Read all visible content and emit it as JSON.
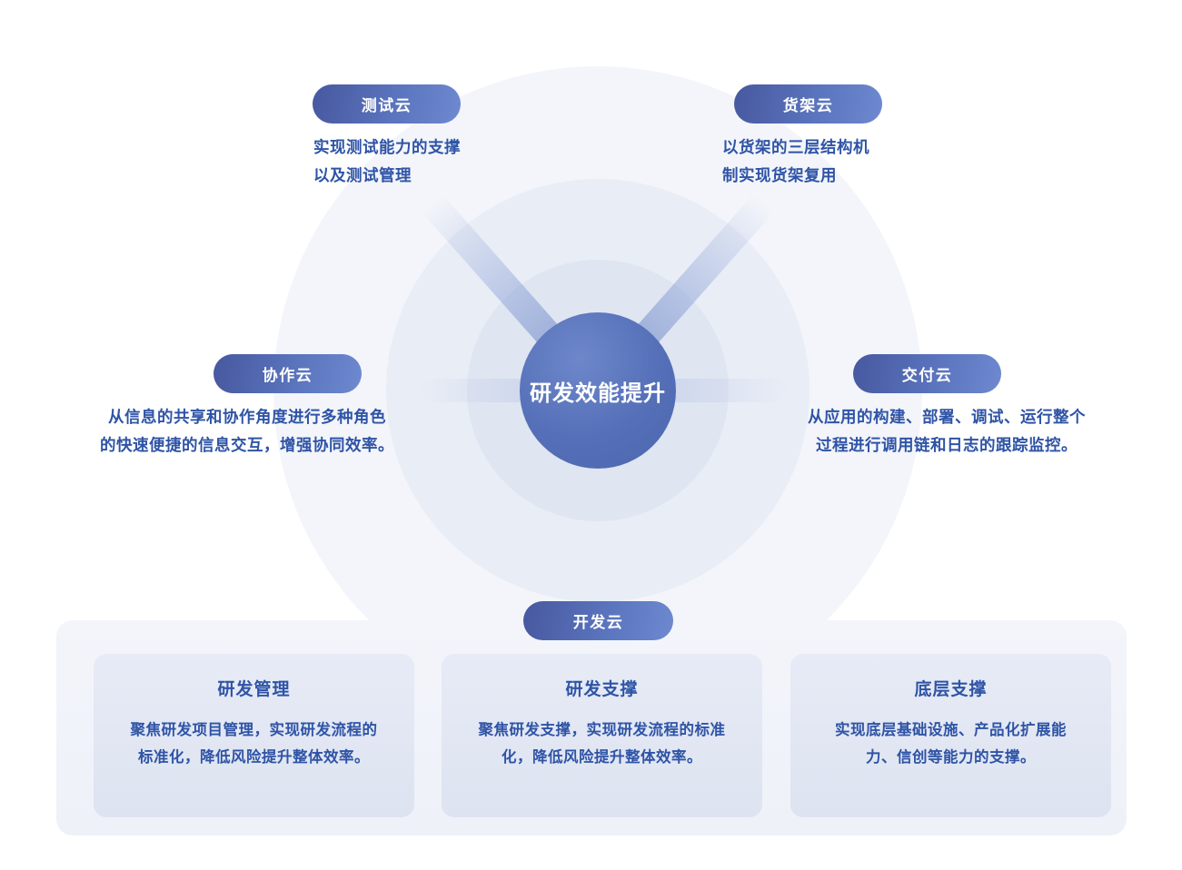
{
  "diagram": {
    "center_label": "研发效能提升"
  },
  "nodes": {
    "test": {
      "label": "测试云",
      "desc": [
        "实现测试能力的支撑",
        "以及测试管理"
      ]
    },
    "shelf": {
      "label": "货架云",
      "desc": [
        "以货架的三层结构机",
        "制实现货架复用"
      ]
    },
    "collab": {
      "label": "协作云",
      "desc": [
        "从信息的共享和协作角度进行多种角色",
        "的快速便捷的信息交互，增强协同效率。"
      ]
    },
    "delivery": {
      "label": "交付云",
      "desc": [
        "从应用的构建、部署、调试、运行整个",
        "过程进行调用链和日志的跟踪监控。"
      ]
    },
    "dev": {
      "label": "开发云"
    }
  },
  "panel": {
    "cards": [
      {
        "title": "研发管理",
        "desc": [
          "聚焦研发项目管理，实现研发流程的",
          "标准化，降低风险提升整体效率。"
        ]
      },
      {
        "title": "研发支撑",
        "desc": [
          "聚焦研发支撑，实现研发流程的标准",
          "化，降低风险提升整体效率。"
        ]
      },
      {
        "title": "底层支撑",
        "desc": [
          "实现底层基础设施、产品化扩展能",
          "力、信创等能力的支撑。"
        ]
      }
    ]
  },
  "colors": {
    "pill_gradient_start": "#47589f",
    "pill_gradient_end": "#6e89d0",
    "center_circle": "#5570b8",
    "text_blue": "#2f54a6",
    "ring_outer": "#f3f5fa",
    "ring_middle": "#e9edf6",
    "ring_inner": "#dfe5f1",
    "panel_bg": "#f0f3f9",
    "card_bg": "#e2e7f3"
  }
}
